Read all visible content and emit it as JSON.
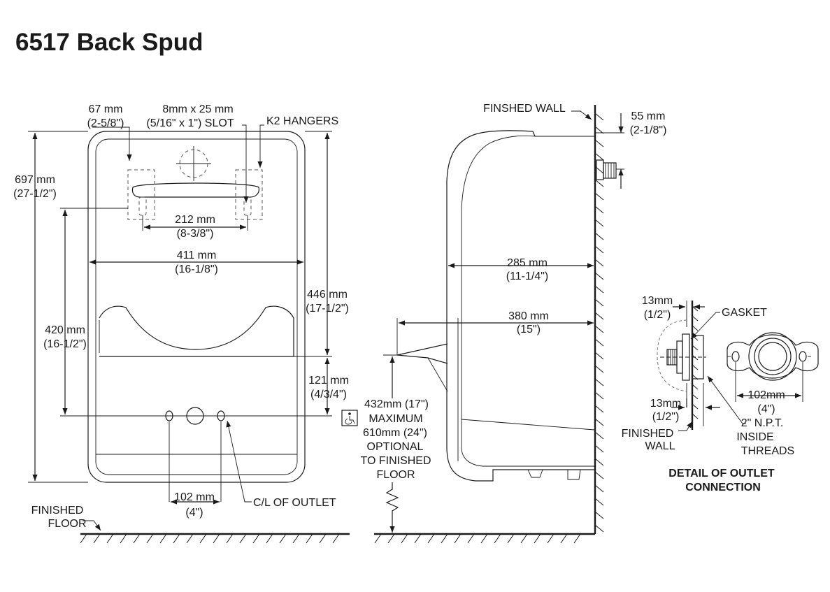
{
  "title": "6517 Back Spud",
  "front_view": {
    "hanger_width_mm": "67 mm",
    "hanger_width_in": "(2-5/8\")",
    "slot_mm": "8mm x 25 mm",
    "slot_in": "(5/16\" x 1\") SLOT",
    "k2_hangers": "K2 HANGERS",
    "height_mm": "697 mm",
    "height_in": "(27-1/2\")",
    "hanger_spacing_mm": "212 mm",
    "hanger_spacing_in": "(8-3/8\")",
    "width_mm": "411 mm",
    "width_in": "(16-1/8\")",
    "upper_mm": "446 mm",
    "upper_in": "(17-1/2\")",
    "lower_height_mm": "420 mm",
    "lower_height_in": "(16-1/2\")",
    "outlet_offset_mm": "121 mm",
    "outlet_offset_in": "(4/3/4\")",
    "outlet_spacing_mm": "102 mm",
    "outlet_spacing_in": "(4\")",
    "centerline_label": "C/L OF OUTLET",
    "floor_line1": "FINISHED",
    "floor_line2": "FLOOR"
  },
  "side_view": {
    "wall_label": "FINSHED WALL",
    "spud_mm": "55 mm",
    "spud_in": "(2-1/8\")",
    "depth_mm": "285 mm",
    "depth_in": "(11-1/4\")",
    "lip_depth_mm": "380 mm",
    "lip_depth_in": "(15\")",
    "note_line1": "432mm (17\")",
    "note_line2": "MAXIMUM",
    "note_line3": "610mm (24\")",
    "note_line4": "OPTIONAL",
    "note_line5": "TO FINISHED",
    "note_line6": "FLOOR",
    "accessible_icon": "wheelchair-icon"
  },
  "detail": {
    "top_mm": "13mm",
    "top_in": "(1/2\")",
    "gasket": "GASKET",
    "bottom_mm": "13mm",
    "bottom_in": "(1/2\")",
    "wall_line1": "FINISHED",
    "wall_line2": "WALL",
    "flange_mm": "102mm",
    "flange_in": "(4\")",
    "thread_line1": "2\" N.P.T.",
    "thread_line2": "INSIDE",
    "thread_line3": "THREADS",
    "caption_line1": "DETAIL OF OUTLET",
    "caption_line2": "CONNECTION"
  }
}
